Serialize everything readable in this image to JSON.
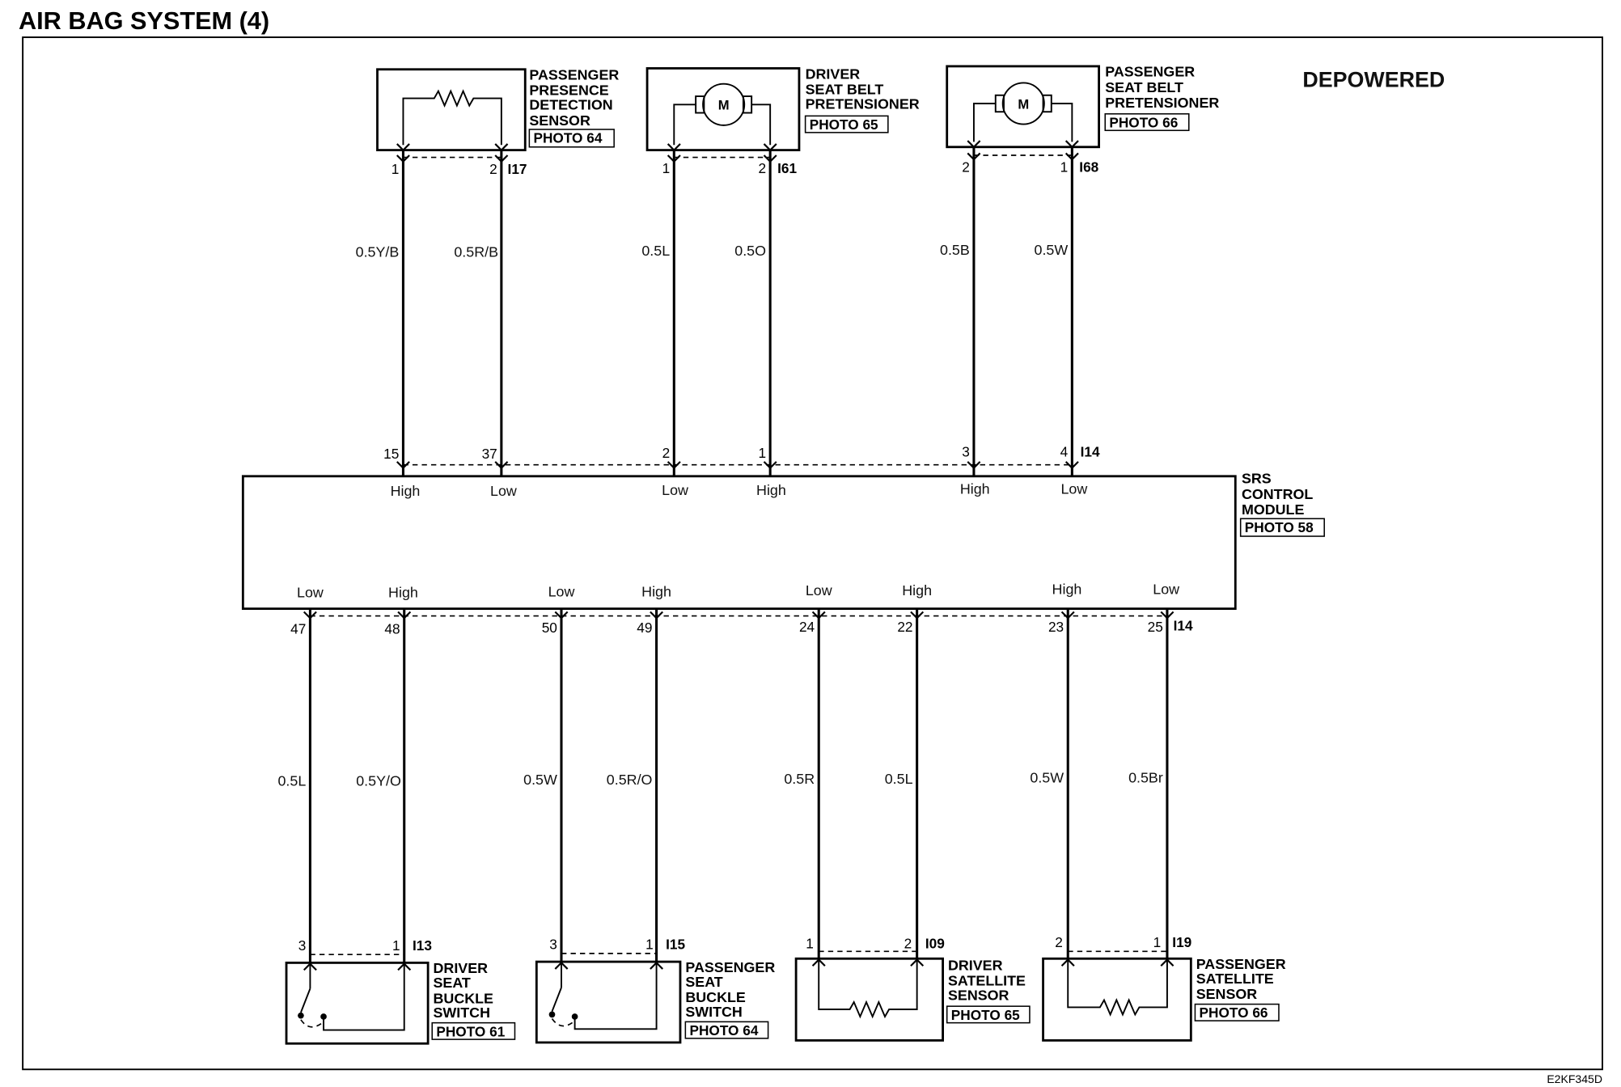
{
  "title": "AIR BAG SYSTEM (4)",
  "variant_label": "DEPOWERED",
  "figure_code": "E2KF345D",
  "colors": {
    "ink": "#000000",
    "paper": "#ffffff"
  },
  "module": {
    "name_lines": [
      "SRS",
      "CONTROL",
      "MODULE"
    ],
    "photo": "PHOTO 58",
    "top_connector": "I14",
    "bottom_connector": "I14"
  },
  "top_components": [
    {
      "name_lines": [
        "PASSENGER",
        "PRESENCE",
        "DETECTION",
        "SENSOR"
      ],
      "photo": "PHOTO 64",
      "connector": "I17",
      "pins": [
        "1",
        "2"
      ],
      "wires": [
        "0.5Y/B",
        "0.5R/B"
      ],
      "module_pins": [
        "15",
        "37"
      ],
      "module_signals": [
        "High",
        "Low"
      ],
      "symbol": "resistor-icon"
    },
    {
      "name_lines": [
        "DRIVER",
        "SEAT BELT",
        "PRETENSIONER"
      ],
      "photo": "PHOTO 65",
      "connector": "I61",
      "pins": [
        "1",
        "2"
      ],
      "wires": [
        "0.5L",
        "0.5O"
      ],
      "module_pins": [
        "2",
        "1"
      ],
      "module_signals": [
        "Low",
        "High"
      ],
      "symbol": "motor-icon",
      "symbol_label": "M"
    },
    {
      "name_lines": [
        "PASSENGER",
        "SEAT BELT",
        "PRETENSIONER"
      ],
      "photo": "PHOTO 66",
      "connector": "I68",
      "pins": [
        "2",
        "1"
      ],
      "wires": [
        "0.5B",
        "0.5W"
      ],
      "module_pins": [
        "3",
        "4"
      ],
      "module_signals": [
        "High",
        "Low"
      ],
      "symbol": "motor-icon",
      "symbol_label": "M"
    }
  ],
  "bottom_components": [
    {
      "name_lines": [
        "DRIVER",
        "SEAT",
        "BUCKLE",
        "SWITCH"
      ],
      "photo": "PHOTO 61",
      "connector": "I13",
      "pins": [
        "3",
        "1"
      ],
      "wires": [
        "0.5L",
        "0.5Y/O"
      ],
      "module_pins": [
        "47",
        "48"
      ],
      "module_signals": [
        "Low",
        "High"
      ],
      "symbol": "switch-icon"
    },
    {
      "name_lines": [
        "PASSENGER",
        "SEAT",
        "BUCKLE",
        "SWITCH"
      ],
      "photo": "PHOTO 64",
      "connector": "I15",
      "pins": [
        "3",
        "1"
      ],
      "wires": [
        "0.5W",
        "0.5R/O"
      ],
      "module_pins": [
        "50",
        "49"
      ],
      "module_signals": [
        "Low",
        "High"
      ],
      "symbol": "switch-icon"
    },
    {
      "name_lines": [
        "DRIVER",
        "SATELLITE",
        "SENSOR"
      ],
      "photo": "PHOTO 65",
      "connector": "I09",
      "pins": [
        "1",
        "2"
      ],
      "wires": [
        "0.5R",
        "0.5L"
      ],
      "module_pins": [
        "24",
        "22"
      ],
      "module_signals": [
        "Low",
        "High"
      ],
      "symbol": "resistor-icon"
    },
    {
      "name_lines": [
        "PASSENGER",
        "SATELLITE",
        "SENSOR"
      ],
      "photo": "PHOTO 66",
      "connector": "I19",
      "pins": [
        "2",
        "1"
      ],
      "wires": [
        "0.5W",
        "0.5Br"
      ],
      "module_pins": [
        "23",
        "25"
      ],
      "module_signals": [
        "High",
        "Low"
      ],
      "symbol": "resistor-icon"
    }
  ]
}
